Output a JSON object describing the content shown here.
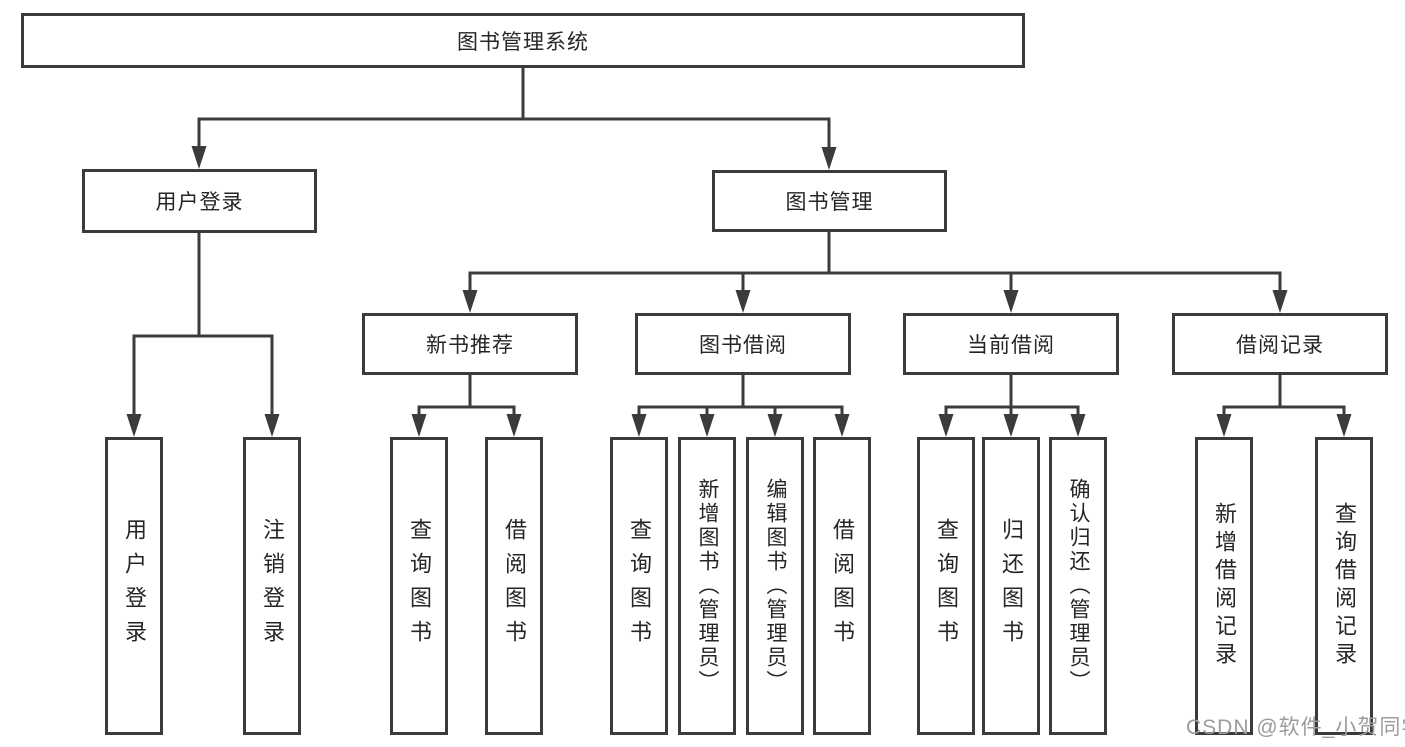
{
  "colors": {
    "line": "#3b3b3b",
    "text": "#262626",
    "box_background": "#ffffff",
    "watermark": "#9c9c9c"
  },
  "watermark": {
    "text": "CSDN @软件_小贺同学"
  },
  "tree": {
    "label": "图书管理系统",
    "children": [
      {
        "label": "用户登录",
        "children": [
          {
            "label": "用户登录"
          },
          {
            "label": "注销登录"
          }
        ]
      },
      {
        "label": "图书管理",
        "children": [
          {
            "label": "新书推荐",
            "children": [
              {
                "label": "查询图书"
              },
              {
                "label": "借阅图书"
              }
            ]
          },
          {
            "label": "图书借阅",
            "children": [
              {
                "label": "查询图书"
              },
              {
                "label": "新增图书（管理员）"
              },
              {
                "label": "编辑图书（管理员）"
              },
              {
                "label": "借阅图书"
              }
            ]
          },
          {
            "label": "当前借阅",
            "children": [
              {
                "label": "查询图书"
              },
              {
                "label": "归还图书"
              },
              {
                "label": "确认归还（管理员）"
              }
            ]
          },
          {
            "label": "借阅记录",
            "children": [
              {
                "label": "新增借阅记录"
              },
              {
                "label": "查询借阅记录"
              }
            ]
          }
        ]
      }
    ]
  }
}
